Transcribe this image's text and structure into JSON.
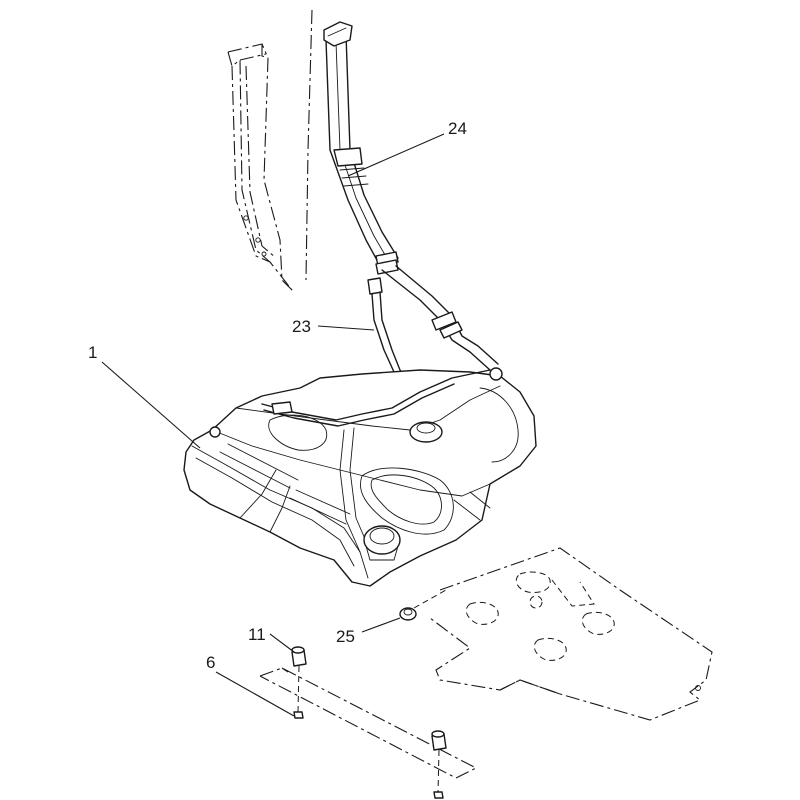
{
  "callouts": {
    "c1": "1",
    "c6": "6",
    "c11": "11",
    "c23": "23",
    "c24": "24",
    "c25": "25"
  }
}
